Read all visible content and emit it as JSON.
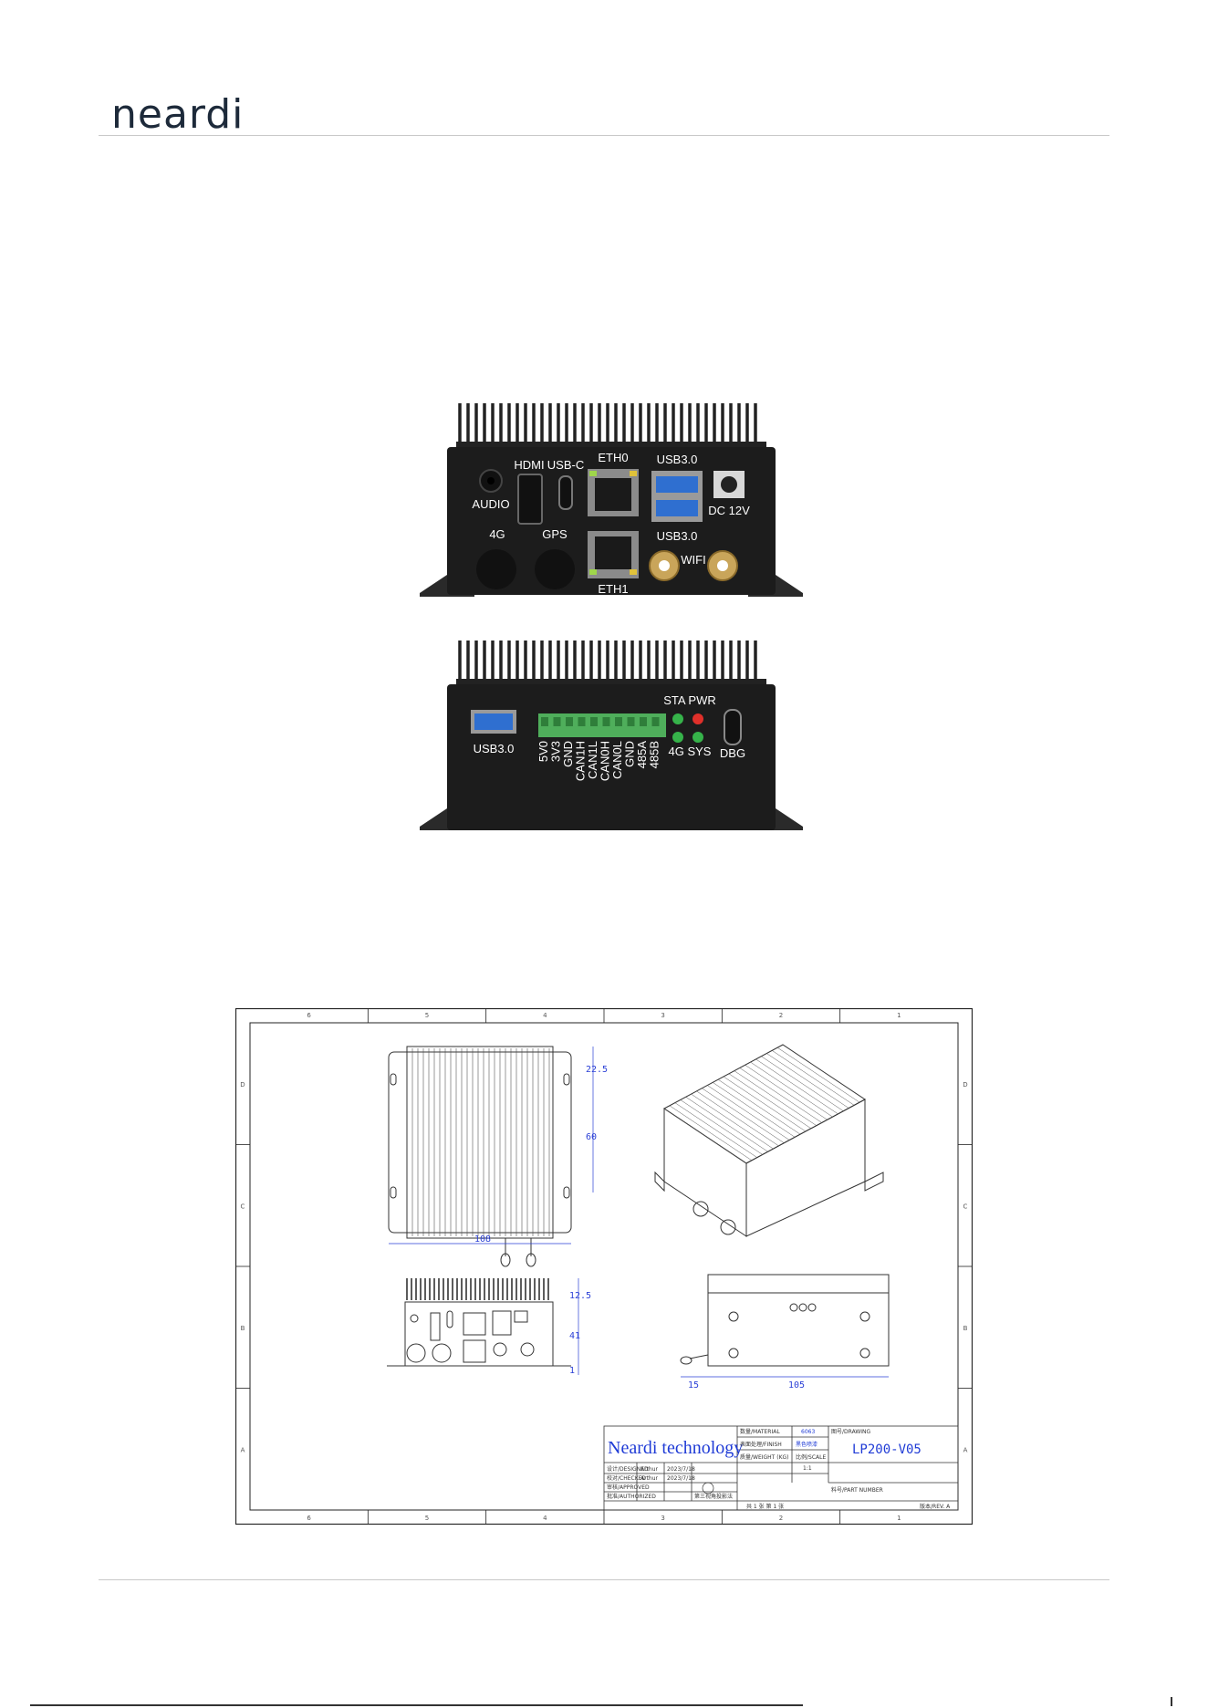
{
  "header": {
    "logo_text": "neardi"
  },
  "front_panel": {
    "labels": {
      "audio": "AUDIO",
      "hdmi": "HDMI",
      "usb_c": "USB-C",
      "eth0": "ETH0",
      "usb30_top": "USB3.0",
      "dc": "DC 12V",
      "g4": "4G",
      "gps": "GPS",
      "eth1": "ETH1",
      "usb30_bottom": "USB3.0",
      "wifi": "WIFI"
    }
  },
  "rear_panel": {
    "labels": {
      "usb30": "USB3.0",
      "sta_pwr": "STA PWR",
      "g4_sys": "4G SYS",
      "dbg": "DBG",
      "pins": [
        "5V0",
        "3V3",
        "GND",
        "CAN1H",
        "CAN1L",
        "CAN0H",
        "CAN0L",
        "GND",
        "485A",
        "485B"
      ]
    },
    "colors": {
      "terminal": "#4fae5b",
      "led_green": "#36b34a",
      "led_red": "#e0302a",
      "usb_blue": "#2f6fd0"
    }
  },
  "drawing": {
    "dims": {
      "d22_5": "22.5",
      "d60": "60",
      "d108": "108",
      "d12_5": "12.5",
      "d41": "41",
      "d1": "1",
      "d15": "15",
      "d105": "105"
    },
    "title_block": {
      "company": "Neardi technology",
      "part_number": "LP200-V05",
      "scale": "1:1",
      "designer": "Arthur",
      "checker": "Arthur",
      "date1": "2023/7/18",
      "date2": "2023/7/18",
      "fields": {
        "material": "数量/MATERIAL",
        "finish": "表面处理/FINISH",
        "weight": "质量/WEIGHT (KG)",
        "scale_label": "比例/SCALE",
        "drawn": "设计/DESIGNED",
        "checked": "校对/CHECKED",
        "approved": "审核/APPROVED",
        "authorized": "批准/AUTHORIZED",
        "drawing_no": "图号/DRAWING",
        "part_no": "料号/PART NUMBER",
        "rev": "版本/REV. A",
        "sheet": "共 1 张  第 1 张",
        "finish_value": "黑色喷漆",
        "material_value": "6063"
      },
      "projection": "第三视角投影法"
    },
    "grid_cols": [
      "6",
      "5",
      "4",
      "3",
      "2",
      "1"
    ],
    "grid_rows": [
      "D",
      "C",
      "B",
      "A"
    ]
  }
}
